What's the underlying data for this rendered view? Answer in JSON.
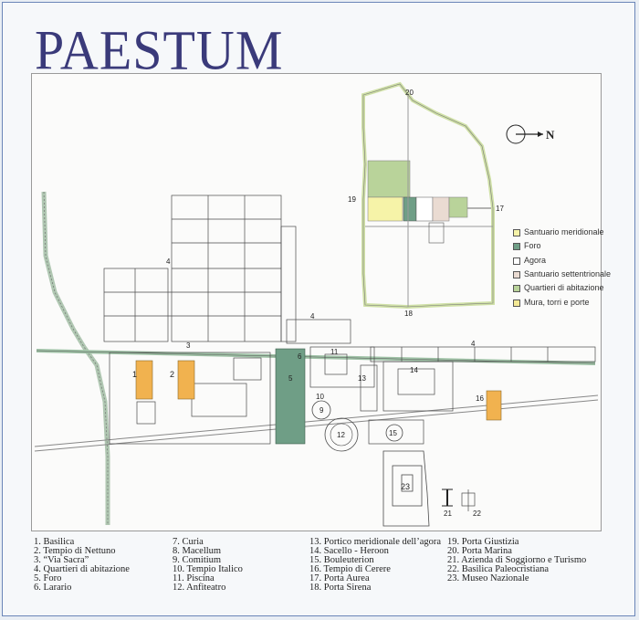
{
  "title": "PAESTUM",
  "north_label": "N",
  "colors": {
    "wall": "#cfe0a6",
    "foro": "#6f9e86",
    "agora": "#ffffff",
    "santuario_meridionale": "#f6f3a8",
    "santuario_settentrionale": "#eadbd2",
    "quartieri": "#b9d39a",
    "mura": "#f4e995",
    "temple": "#f1b24f",
    "title": "#3a3a7a"
  },
  "key": [
    {
      "label": "Santuario meridionale",
      "color": "#f6f3a8"
    },
    {
      "label": "Foro",
      "color": "#6f9e86"
    },
    {
      "label": "Agora",
      "color": "#ffffff"
    },
    {
      "label": "Santuario settentrionale",
      "color": "#eadbd2"
    },
    {
      "label": "Quartieri di abitazione",
      "color": "#b9d39a"
    },
    {
      "label": "Mura, torri e porte",
      "color": "#f4e995"
    }
  ],
  "map_labels": [
    {
      "text": "20"
    },
    {
      "text": "19"
    },
    {
      "text": "17"
    },
    {
      "text": "18"
    },
    {
      "text": "1"
    },
    {
      "text": "2"
    },
    {
      "text": "3"
    },
    {
      "text": "4"
    },
    {
      "text": "4"
    },
    {
      "text": "4"
    },
    {
      "text": "5"
    },
    {
      "text": "6"
    },
    {
      "text": "9"
    },
    {
      "text": "10"
    },
    {
      "text": "11"
    },
    {
      "text": "12"
    },
    {
      "text": "13"
    },
    {
      "text": "14"
    },
    {
      "text": "15"
    },
    {
      "text": "16"
    },
    {
      "text": "21"
    },
    {
      "text": "22"
    },
    {
      "text": "23"
    }
  ],
  "legend": {
    "col1": [
      "1. Basilica",
      "2. Tempio di Nettuno",
      "3. “Via Sacra”",
      "4. Quartieri di abitazione",
      "5. Foro",
      "6. Larario"
    ],
    "col2": [
      "7. Curia",
      "8. Macellum",
      "9. Comitium",
      "10. Tempio Italico",
      "11. Piscina",
      "12. Anfiteatro"
    ],
    "col3": [
      "13. Portico meridionale dell’agora",
      "14. Sacello - Heroon",
      "15. Bouleuterion",
      "16. Tempio di Cerere",
      "17. Porta Aurea",
      "18. Porta Sirena"
    ],
    "col4": [
      "19. Porta Giustizia",
      "20. Porta Marina",
      "21. Azienda di Soggiorno e Turismo",
      "22. Basilica Paleocristiana",
      "23. Museo Nazionale"
    ]
  }
}
